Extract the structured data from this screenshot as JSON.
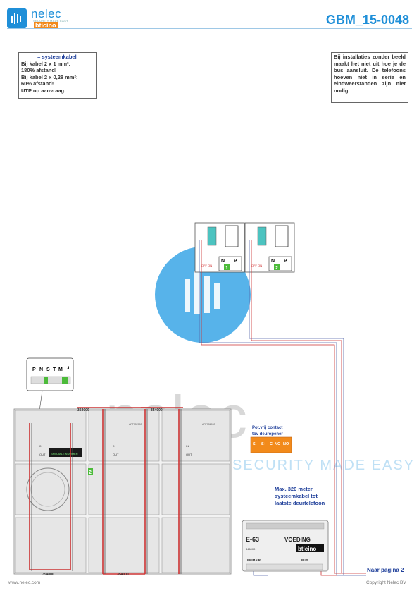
{
  "header": {
    "logo_name": "nelec",
    "logo_tagline": "SECURITY MADE EASY",
    "logo_brand": "bticino",
    "document_id": "GBM_15-0048"
  },
  "notes": {
    "left_title": "= systeemkabel",
    "left_lines": [
      "Bij kabel 2 x 1 mm²:",
      "180% afstand!",
      "Bij kabel 2 x 0,28 mm²:",
      "60% afstand!",
      "UTP op aanvraag."
    ],
    "right_text": "Bij installaties zonder beeld maakt het niet uit hoe je de bus aansluit. De telefoons hoeven niet in serie en eindweerstanden zijn niet nodig."
  },
  "telephones": [
    {
      "off_on": "OFF ON",
      "n_label": "N",
      "p_label": "P",
      "number": "1"
    },
    {
      "off_on": "OFF ON",
      "n_label": "N",
      "p_label": "P",
      "number": "2"
    }
  ],
  "terminal_zoom": {
    "terminals": [
      "P",
      "N",
      "S",
      "T",
      "M"
    ],
    "jumper": "J"
  },
  "panel": {
    "part_top": "354000",
    "part_bottom": "354000",
    "module_art": "ART352000",
    "in_label": "IN",
    "out_label": "OUT",
    "number_module": "SPECIALE NUMMER",
    "bus_num": "2"
  },
  "contact": {
    "title": "Pot.vrij contact",
    "subtitle": "tbv deuropener",
    "terminals": [
      "S-",
      "S+",
      "C",
      "NC",
      "NO"
    ]
  },
  "max_note": [
    "Max. 320 meter",
    "systeemkabel tot",
    "laatste deurtelefoon"
  ],
  "power": {
    "model": "E-63",
    "label": "VOEDING",
    "brand": "bticino",
    "part": "346000",
    "primair": "PRIMAIR",
    "bus": "BUS"
  },
  "next_page": "Naar pagina 2",
  "footer": {
    "url": "www.nelec.com",
    "copyright": "Copyright Nelec BV"
  },
  "watermark": {
    "word": "nelec",
    "tagline": "SECURITY MADE EASY"
  },
  "colors": {
    "brand_blue": "#1f8fd8",
    "accent_orange": "#f28a1a",
    "cable_red": "#cc3333",
    "cable_blue": "#5566aa",
    "terminal_green": "#4cbb3a"
  }
}
